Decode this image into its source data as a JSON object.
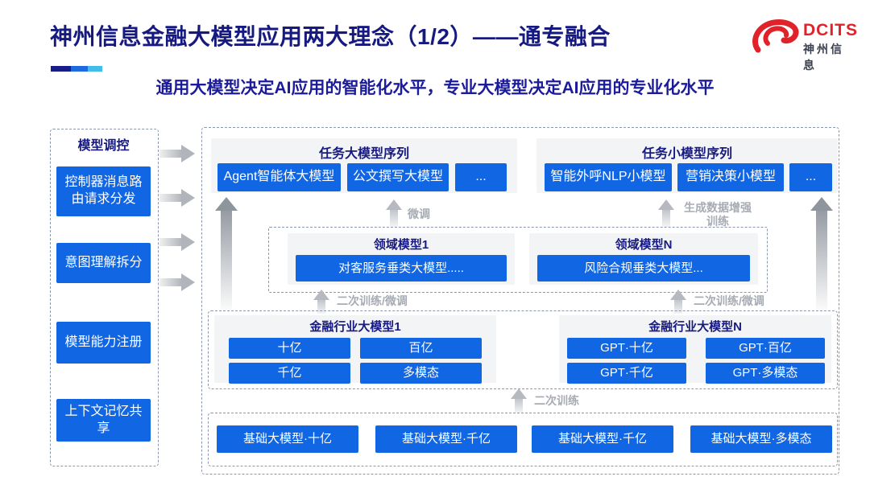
{
  "header": {
    "title": "神州信息金融大模型应用两大理念（1/2）——通专融合",
    "subtitle": "通用大模型决定AI应用的智能化水平，专业大模型决定AI应用的专业化水平",
    "logo": {
      "brand": "DCITS",
      "brand_cn": "神州信息"
    }
  },
  "colors": {
    "title_navy": "#161a80",
    "node_blue": "#1166e4",
    "logo_red": "#e0232a",
    "accent_navy": "#181d8a",
    "accent_blue": "#1e6be0",
    "accent_cyan": "#42bde8",
    "label_gray": "#a7acb4",
    "dashed_border": "#8d97ab",
    "litebox_gray": "#f3f4f6"
  },
  "sidebar": {
    "title": "模型调控",
    "items": [
      {
        "label": "控制器消息路由请求分发"
      },
      {
        "label": "意图理解拆分"
      },
      {
        "label": "模型能力注册"
      },
      {
        "label": "上下文记忆共享"
      }
    ]
  },
  "task_rows": [
    {
      "title": "任务大模型序列",
      "models": [
        "Agent智能体大模型",
        "公文撰写大模型",
        "..."
      ]
    },
    {
      "title": "任务小模型序列",
      "models": [
        "智能外呼NLP小模型",
        "营销决策小模型",
        "..."
      ]
    }
  ],
  "domain_section": {
    "groups": [
      {
        "title": "领域模型1",
        "model": "对客服务垂类大模型....."
      },
      {
        "title": "领域模型N",
        "model": "风险合规垂类大模型..."
      }
    ]
  },
  "industry_section": {
    "groups": [
      {
        "title": "金融行业大模型1",
        "models": [
          "十亿",
          "百亿",
          "千亿",
          "多模态"
        ]
      },
      {
        "title": "金融行业大模型N",
        "models": [
          "GPT·十亿",
          "GPT·百亿",
          "GPT·千亿",
          "GPT·多模态"
        ]
      }
    ]
  },
  "base_section": {
    "models": [
      "基础大模型·十亿",
      "基础大模型·千亿",
      "基础大模型·千亿",
      "基础大模型·多模态"
    ]
  },
  "labels": {
    "finetune": "微调",
    "gen_data_training": "生成数据增强训练",
    "secondary_finetune_left": "二次训练/微调",
    "secondary_finetune_right": "二次训练/微调",
    "secondary_training": "二次训练"
  }
}
